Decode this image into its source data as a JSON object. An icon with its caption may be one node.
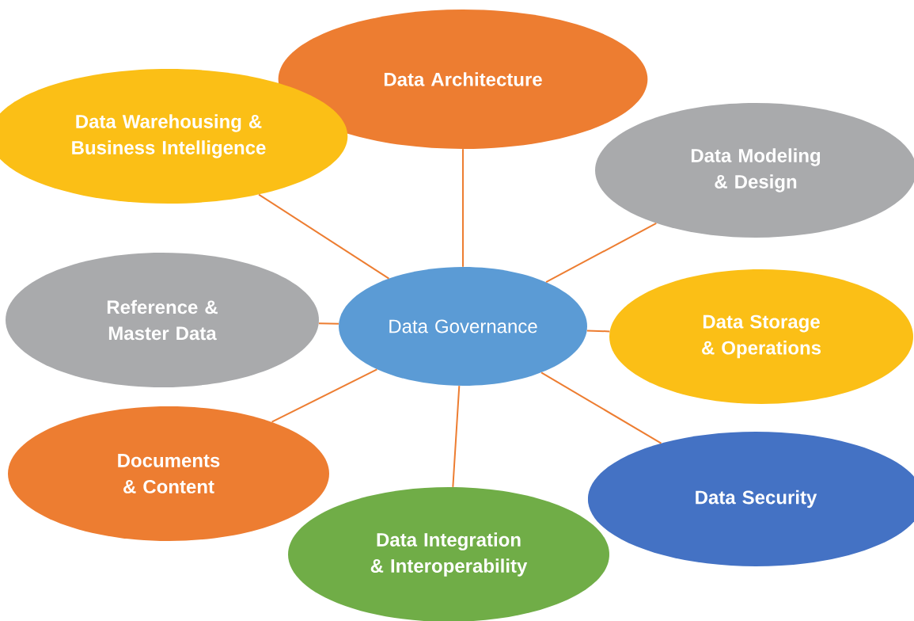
{
  "diagram": {
    "nodes": [
      {
        "text": [
          "Data Governance"
        ]
      },
      {
        "text": [
          "Data Architecture"
        ]
      },
      {
        "text": [
          "Data Modeling & Design"
        ]
      },
      {
        "text": [
          "Data Storage & Operations"
        ]
      },
      {
        "text": [
          "Data Security"
        ]
      },
      {
        "text": [
          "Data Integration & Interoperability"
        ]
      },
      {
        "text": [
          "Documents & Content"
        ]
      },
      {
        "text": [
          "Reference & Master Data"
        ]
      },
      {
        "text": [
          "Data Warehousing & Business Intelligence"
        ]
      }
    ],
    "edges": [
      {
        "from": 0,
        "to": 1,
        "arrow": "none"
      },
      {
        "from": 0,
        "to": 2,
        "arrow": "none"
      },
      {
        "from": 0,
        "to": 3,
        "arrow": "none"
      },
      {
        "from": 0,
        "to": 4,
        "arrow": "none"
      },
      {
        "from": 0,
        "to": 5,
        "arrow": "none"
      },
      {
        "from": 0,
        "to": 6,
        "arrow": "none"
      },
      {
        "from": 0,
        "to": 7,
        "arrow": "none"
      },
      {
        "from": 0,
        "to": 8,
        "arrow": "none"
      }
    ]
  }
}
